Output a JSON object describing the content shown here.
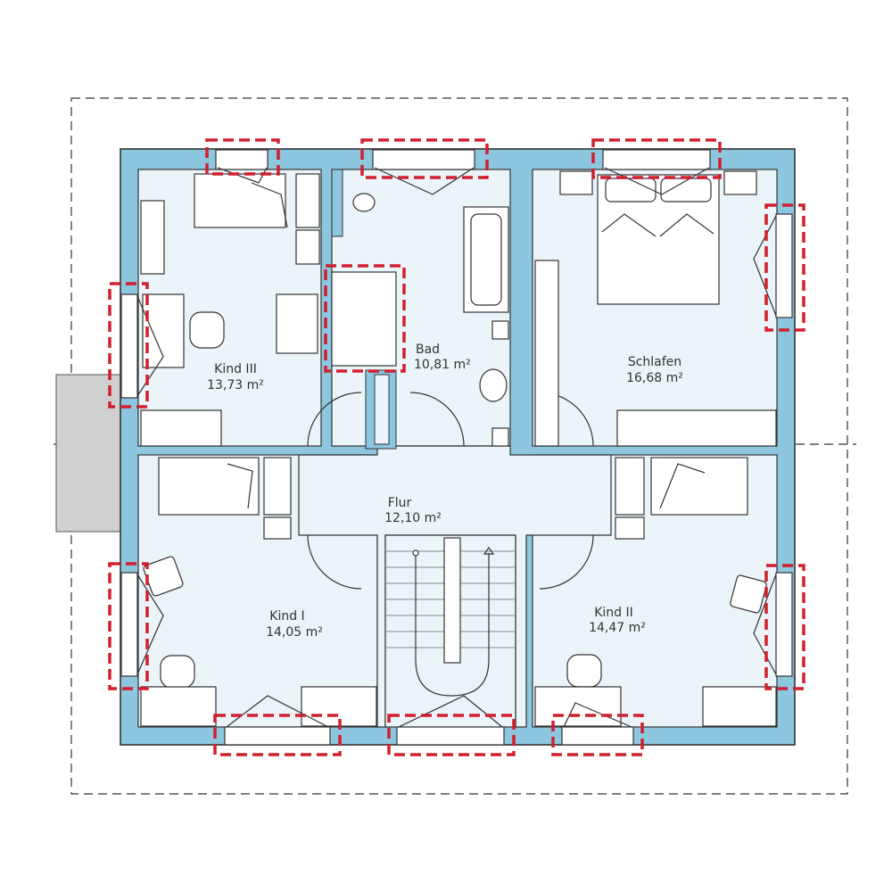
{
  "colors": {
    "wall": "#8cc6df",
    "floor": "#eaf4f9",
    "outline": "#333333",
    "highlight": "#d11f2f",
    "terrace": "#d0d0d0"
  },
  "rooms": {
    "kind3": {
      "name": "Kind III",
      "area": "13,73 m²"
    },
    "bad": {
      "name": "Bad",
      "area": "10,81 m²"
    },
    "schlafen": {
      "name": "Schlafen",
      "area": "16,68 m²"
    },
    "flur": {
      "name": "Flur",
      "area": "12,10 m²"
    },
    "kind1": {
      "name": "Kind I",
      "area": "14,05 m²"
    },
    "kind2": {
      "name": "Kind II",
      "area": "14,47 m²"
    }
  }
}
